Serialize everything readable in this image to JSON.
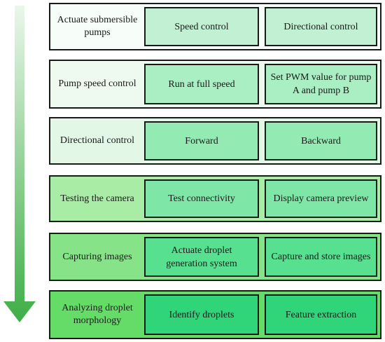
{
  "colors": {
    "arrow_top": "#eaf6ea",
    "arrow_bottom": "#3fae46",
    "border": "#1a1a1a"
  },
  "steps": [
    {
      "title": "Actuate submersible pumps",
      "actions": [
        "Speed control",
        "Directional control"
      ],
      "row_bg": "#f7fdf8",
      "cell_bg": "#c2f0d2"
    },
    {
      "title": "Pump speed control",
      "actions": [
        "Run at full speed",
        "Set PWM value for pump A and pump B"
      ],
      "row_bg": "#eefaf0",
      "cell_bg": "#aaeec3"
    },
    {
      "title": "Directional control",
      "actions": [
        "Forward",
        "Backward"
      ],
      "row_bg": "#e3f7e7",
      "cell_bg": "#93eab3"
    },
    {
      "title": "Testing the camera",
      "actions": [
        "Test connectivity",
        "Display camera preview"
      ],
      "row_bg": "#a8eca6",
      "cell_bg": "#7ee6a6"
    },
    {
      "title": "Capturing images",
      "actions": [
        "Actuate droplet generation system",
        "Capture and store images"
      ],
      "row_bg": "#86e387",
      "cell_bg": "#57e08f"
    },
    {
      "title": "Analyzing droplet morphology",
      "actions": [
        "Identify droplets",
        "Feature extraction"
      ],
      "row_bg": "#65dc68",
      "cell_bg": "#30d579"
    }
  ]
}
